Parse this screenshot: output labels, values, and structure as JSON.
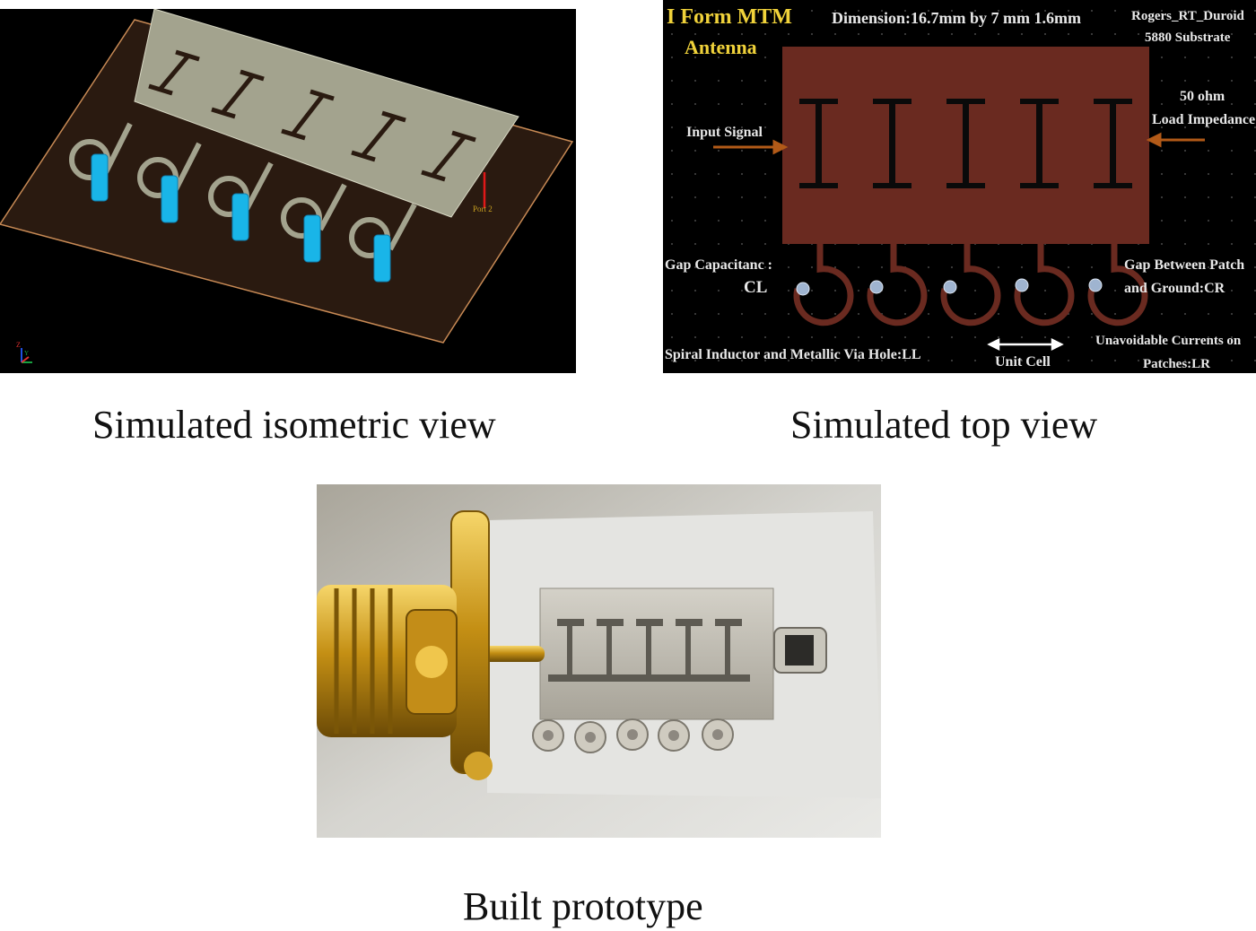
{
  "isometric_panel": {
    "port_label": "Port 2",
    "axis_labels": [
      "Z",
      "Y"
    ]
  },
  "top_panel": {
    "title_line1": "I Form MTM",
    "title_line2": "Antenna",
    "dimension": "Dimension:16.7mm by  7 mm 1.6mm",
    "substrate_line1": "Rogers_RT_Duroid",
    "substrate_line2": "5880 Substrate",
    "input_signal": "Input Signal",
    "load_line1": "50 ohm",
    "load_line2": "Load Impedance",
    "gap_cap_line1": "Gap Capacitanc :",
    "gap_cap_line2": "CL",
    "gap_ground_line1": "Gap Between Patch",
    "gap_ground_line2": "and Ground:CR",
    "spiral": "Spiral Inductor and Metallic Via Hole:LL",
    "unit_cell": "Unit Cell",
    "currents_line1": "Unavoidable Currents on",
    "currents_line2": "Patches:LR",
    "colors": {
      "title": "#f0d23a",
      "patch": "#6a2a20",
      "text": "#e8e8e8",
      "arrow": "#b25a18"
    }
  },
  "captions": {
    "isometric": "Simulated isometric view",
    "top": "Simulated top view",
    "prototype": "Built prototype"
  }
}
